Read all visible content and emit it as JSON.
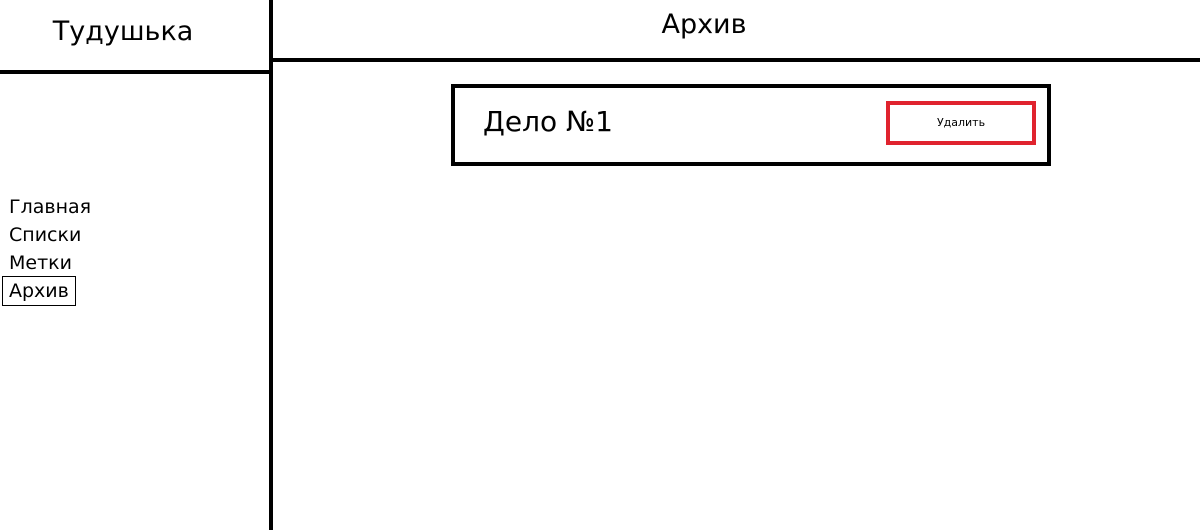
{
  "sidebar": {
    "app_title": "Тудушька",
    "nav_items": [
      {
        "label": "Главная"
      },
      {
        "label": "Списки"
      },
      {
        "label": "Метки"
      },
      {
        "label": "Архив"
      }
    ],
    "active_item": "Архив"
  },
  "main": {
    "page_title": "Архив",
    "tasks": [
      {
        "title": "Дело №1",
        "delete_label": "Удалить"
      }
    ]
  },
  "colors": {
    "delete_border": "#e0232e",
    "lines": "#000000",
    "background": "#ffffff"
  }
}
